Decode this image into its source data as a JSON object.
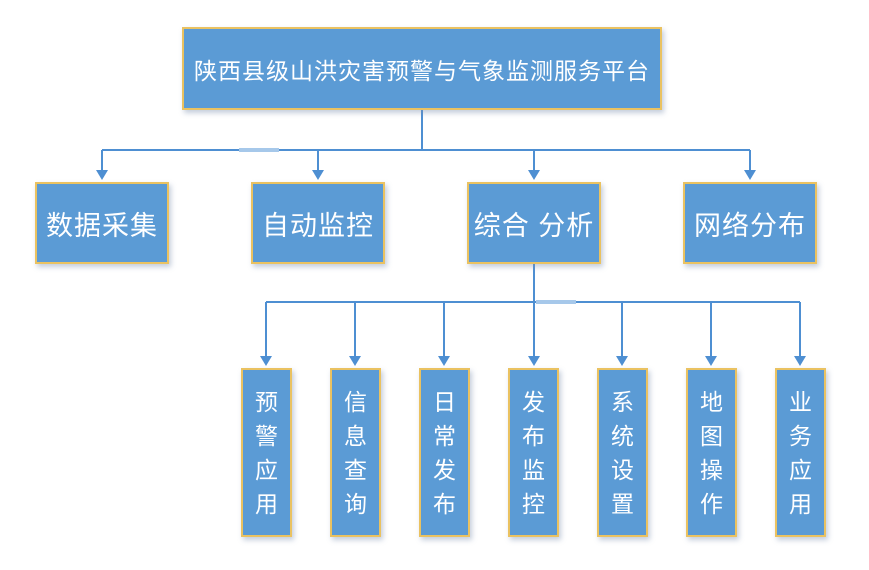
{
  "diagram": {
    "root": {
      "label": "陕西县级山洪灾害预警与气象监测服务平台"
    },
    "level2": [
      {
        "label": "数据采集"
      },
      {
        "label": "自动监控"
      },
      {
        "label": "综合 分析"
      },
      {
        "label": "网络分布"
      }
    ],
    "level3": [
      {
        "label": "预警应用"
      },
      {
        "label": "信息查询"
      },
      {
        "label": "日常发布"
      },
      {
        "label": "发布监控"
      },
      {
        "label": "系统设置"
      },
      {
        "label": "地图操作"
      },
      {
        "label": "业务应用"
      }
    ],
    "colors": {
      "background": "#FFFFFF",
      "box_fill": "#5B9BD5",
      "box_border": "#EAC261",
      "text": "#FFFFFF",
      "connector": "#4E8FD2",
      "connector_highlight": "#A6C8EA"
    }
  }
}
